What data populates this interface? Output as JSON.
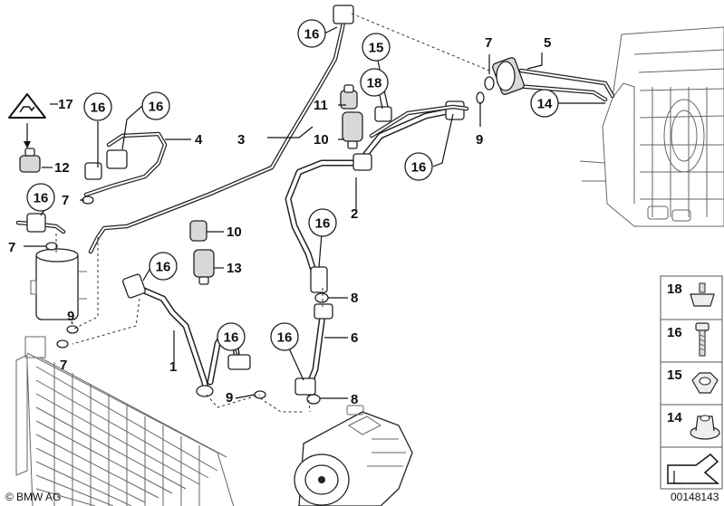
{
  "callouts": [
    {
      "id": "c16a",
      "label": "16",
      "circled": true
    },
    {
      "id": "c15",
      "label": "15",
      "circled": true
    },
    {
      "id": "c18",
      "label": "18",
      "circled": true
    },
    {
      "id": "c16b",
      "label": "16",
      "circled": true
    },
    {
      "id": "c16c",
      "label": "16",
      "circled": true
    },
    {
      "id": "c16d",
      "label": "16",
      "circled": true
    },
    {
      "id": "c16e",
      "label": "16",
      "circled": true
    },
    {
      "id": "c16f",
      "label": "16",
      "circled": true
    },
    {
      "id": "c16g",
      "label": "16",
      "circled": true
    },
    {
      "id": "c16h",
      "label": "16",
      "circled": true
    },
    {
      "id": "c16i",
      "label": "16",
      "circled": true
    },
    {
      "id": "c14",
      "label": "14",
      "circled": true
    },
    {
      "id": "n17",
      "label": "17"
    },
    {
      "id": "n12",
      "label": "12"
    },
    {
      "id": "n7a",
      "label": "7"
    },
    {
      "id": "n7b",
      "label": "7"
    },
    {
      "id": "n7c",
      "label": "7"
    },
    {
      "id": "n7d",
      "label": "7"
    },
    {
      "id": "n9a",
      "label": "9"
    },
    {
      "id": "n9b",
      "label": "9"
    },
    {
      "id": "n9c",
      "label": "9"
    },
    {
      "id": "n4",
      "label": "4"
    },
    {
      "id": "n3",
      "label": "3"
    },
    {
      "id": "n5",
      "label": "5"
    },
    {
      "id": "n11",
      "label": "11"
    },
    {
      "id": "n10a",
      "label": "10"
    },
    {
      "id": "n10b",
      "label": "10"
    },
    {
      "id": "n13",
      "label": "13"
    },
    {
      "id": "n2",
      "label": "2"
    },
    {
      "id": "n8a",
      "label": "8"
    },
    {
      "id": "n8b",
      "label": "8"
    },
    {
      "id": "n6",
      "label": "6"
    },
    {
      "id": "n1",
      "label": "1"
    }
  ],
  "legend": [
    {
      "label": "18",
      "icon": "nut-with-stud-icon"
    },
    {
      "label": "16",
      "icon": "screw-bolt-icon"
    },
    {
      "label": "15",
      "icon": "hex-nut-icon"
    },
    {
      "label": "14",
      "icon": "flange-nut-icon"
    },
    {
      "label": "",
      "icon": "arrow-icon"
    }
  ],
  "footer": {
    "brand": "BMW AG",
    "copyright_symbol": "©",
    "diagram_number": "00148143"
  }
}
